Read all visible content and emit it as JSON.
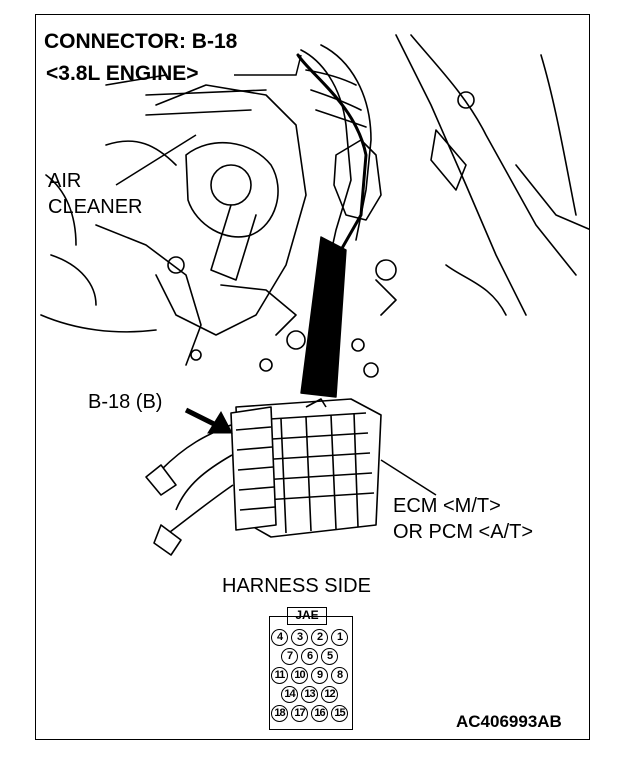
{
  "title": {
    "connector": "CONNECTOR: B-18",
    "engine": "<3.8L ENGINE>"
  },
  "labels": {
    "air_cleaner_line1": "AIR",
    "air_cleaner_line2": "CLEANER",
    "connector_callout": "B-18 (B)",
    "ecm_line1": "ECM <M/T>",
    "ecm_line2": "OR PCM <A/T>",
    "harness_side": "HARNESS SIDE",
    "figure_code": "AC406993AB"
  },
  "connector": {
    "maker": "JAE",
    "rows": [
      [
        "4",
        "3",
        "2",
        "1"
      ],
      [
        "7",
        "6",
        "5"
      ],
      [
        "11",
        "10",
        "9",
        "8"
      ],
      [
        "14",
        "13",
        "12"
      ],
      [
        "18",
        "17",
        "16",
        "15"
      ]
    ]
  }
}
